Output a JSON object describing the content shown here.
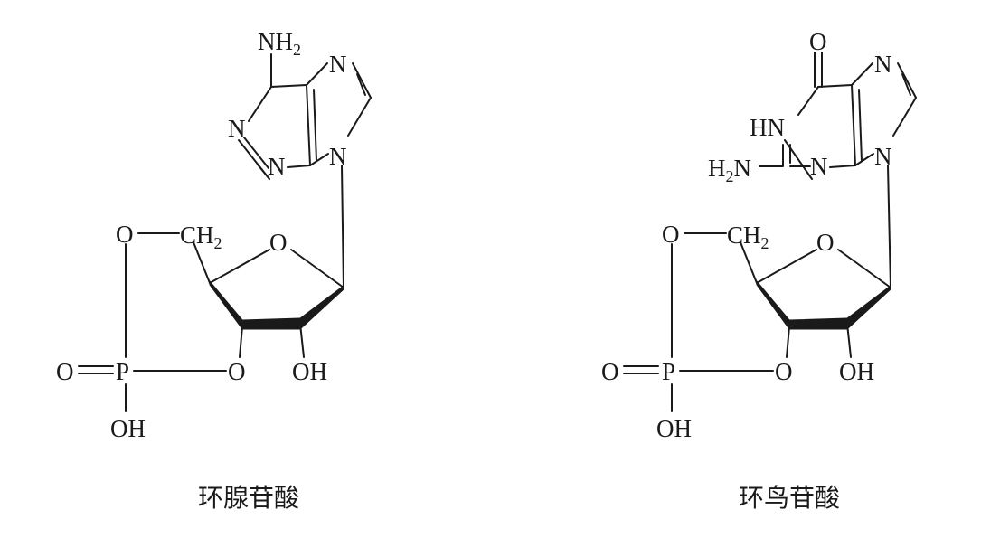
{
  "structures": [
    {
      "caption": "环腺苷酸",
      "atoms": {
        "n1": "N",
        "n3": "N",
        "n7": "N",
        "n9": "N",
        "nh2_N": "NH",
        "nh2_sub": "2",
        "ring_o": "O",
        "ch2_C": "CH",
        "ch2_sub": "2",
        "o5": "O",
        "p": "P",
        "p_o_double": "O",
        "p_oh": "OH",
        "o3": "O",
        "oh2": "OH"
      }
    },
    {
      "caption": "环鸟苷酸",
      "atoms": {
        "o6": "O",
        "hn1": "HN",
        "n3": "N",
        "n7": "N",
        "n9": "N",
        "h2n_H": "H",
        "h2n_sub": "2",
        "h2n_N": "N",
        "ring_o": "O",
        "ch2_C": "CH",
        "ch2_sub": "2",
        "o5": "O",
        "p": "P",
        "p_o_double": "O",
        "p_oh": "OH",
        "o3": "O",
        "oh2": "OH"
      }
    }
  ]
}
